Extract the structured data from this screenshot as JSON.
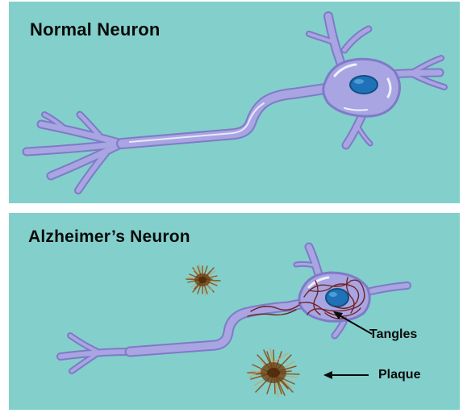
{
  "panels": {
    "normal": {
      "title": "Normal Neuron"
    },
    "alzheimers": {
      "title": "Alzheimer’s Neuron",
      "labels": {
        "tangles": "Tangles",
        "plaque": "Plaque"
      }
    }
  },
  "colors": {
    "background": "#83cfcb",
    "neuron_body": "#a8a5e2",
    "neuron_outline": "#7f7ac8",
    "neuron_highlight": "#eef0ff",
    "nucleus": "#1f72b8",
    "tangle": "#6a1410",
    "plaque": "#8a5a22",
    "text": "#0a0a0a"
  }
}
